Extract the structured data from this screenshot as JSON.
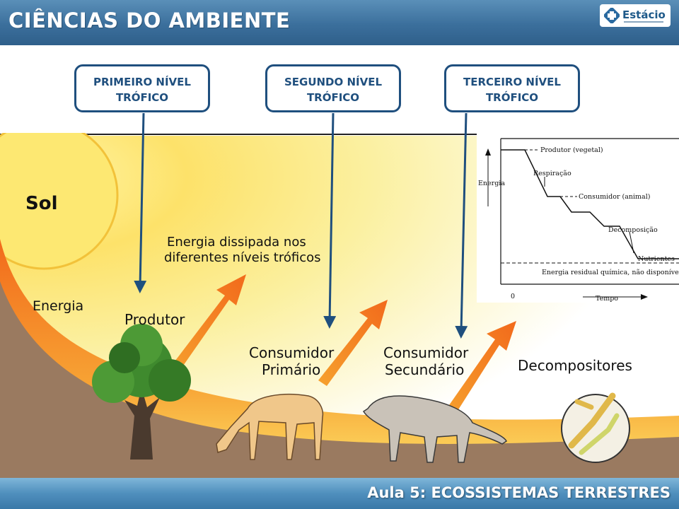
{
  "header": {
    "title": "CIÊNCIAS DO AMBIENTE",
    "logo_text": "Estácio"
  },
  "levels": [
    {
      "label_line1": "PRIMEIRO NÍVEL",
      "label_line2": "TRÓFICO"
    },
    {
      "label_line1": "SEGUNDO NÍVEL",
      "label_line2": "TRÓFICO"
    },
    {
      "label_line1": "TERCEIRO NÍVEL",
      "label_line2": "TRÓFICO"
    }
  ],
  "scene": {
    "sun_label": "Sol",
    "energy_label": "Energia",
    "dissipated_line1": "Energia dissipada nos",
    "dissipated_line2": "diferentes níveis tróficos",
    "producer": "Produtor",
    "primary_line1": "Consumidor",
    "primary_line2": "Primário",
    "secondary_line1": "Consumidor",
    "secondary_line2": "Secundário",
    "decomposers": "Decompositores"
  },
  "energy_chart": {
    "ylabel": "Energia",
    "xlabel": "Tempo",
    "origin": "0",
    "labels": {
      "producer": "Produtor (vegetal)",
      "respiration": "Respiração",
      "consumer": "Consumidor (animal)",
      "decomposition": "Decomposição",
      "nutrients": "Nutrientes",
      "residual": "Energia residual química, não disponível"
    }
  },
  "footer": {
    "title": "Aula 5: ECOSSISTEMAS TERRESTRES"
  },
  "colors": {
    "header": "#3b6f9c",
    "box_border": "#1f4f7e",
    "soil": "#9a7a60",
    "sun": "#f7c744",
    "energy_band": "#f08a2a",
    "tree": "#3f8a2e"
  }
}
